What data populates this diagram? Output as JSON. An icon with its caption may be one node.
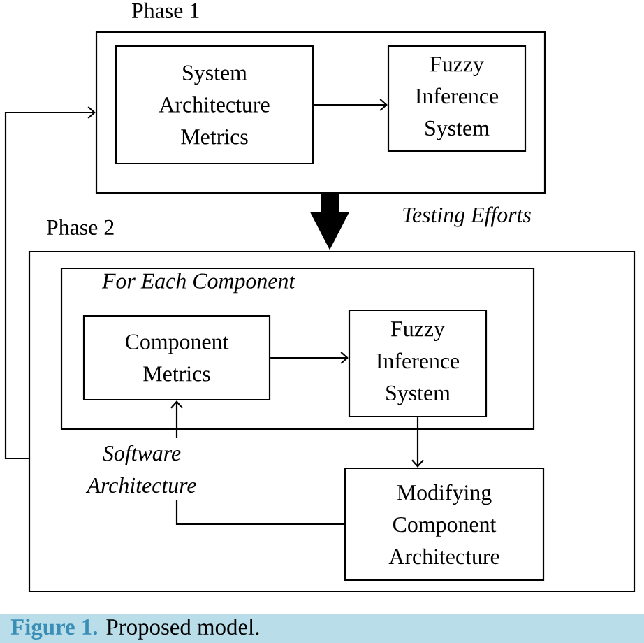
{
  "diagram": {
    "caption": "**Figure 1.** Proposed model.",
    "nodes": [
      {
        "text": [
          "Phase 1"
        ]
      },
      {
        "text": [
          "System Architecture Metrics"
        ],
        "in": 0
      },
      {
        "text": [
          "Fuzzy Inference System"
        ],
        "in": 0
      },
      {
        "text": [
          "Phase 2"
        ]
      },
      {
        "text": [
          "For Each Component"
        ],
        "in": 3
      },
      {
        "text": [
          "Component Metrics"
        ],
        "in": 4
      },
      {
        "text": [
          "Fuzzy Inference System"
        ],
        "in": 4
      },
      {
        "text": [
          "Software Architecture"
        ],
        "in": 3
      },
      {
        "text": [
          "Modifying Component Architecture"
        ],
        "in": 3
      }
    ],
    "edges": [
      {
        "from": 1,
        "to": 2,
        "arrow": "to"
      },
      {
        "from": 0,
        "to": 3,
        "arrow": "to",
        "style": "thick",
        "label": "Testing Efforts"
      },
      {
        "from": 3,
        "to": 0,
        "arrow": "to"
      },
      {
        "from": 5,
        "to": 6,
        "arrow": "to"
      },
      {
        "from": 6,
        "to": 8,
        "arrow": "to"
      },
      {
        "from": 8,
        "to": 7,
        "arrow": "none"
      },
      {
        "from": 7,
        "to": 5,
        "arrow": "to"
      }
    ]
  }
}
